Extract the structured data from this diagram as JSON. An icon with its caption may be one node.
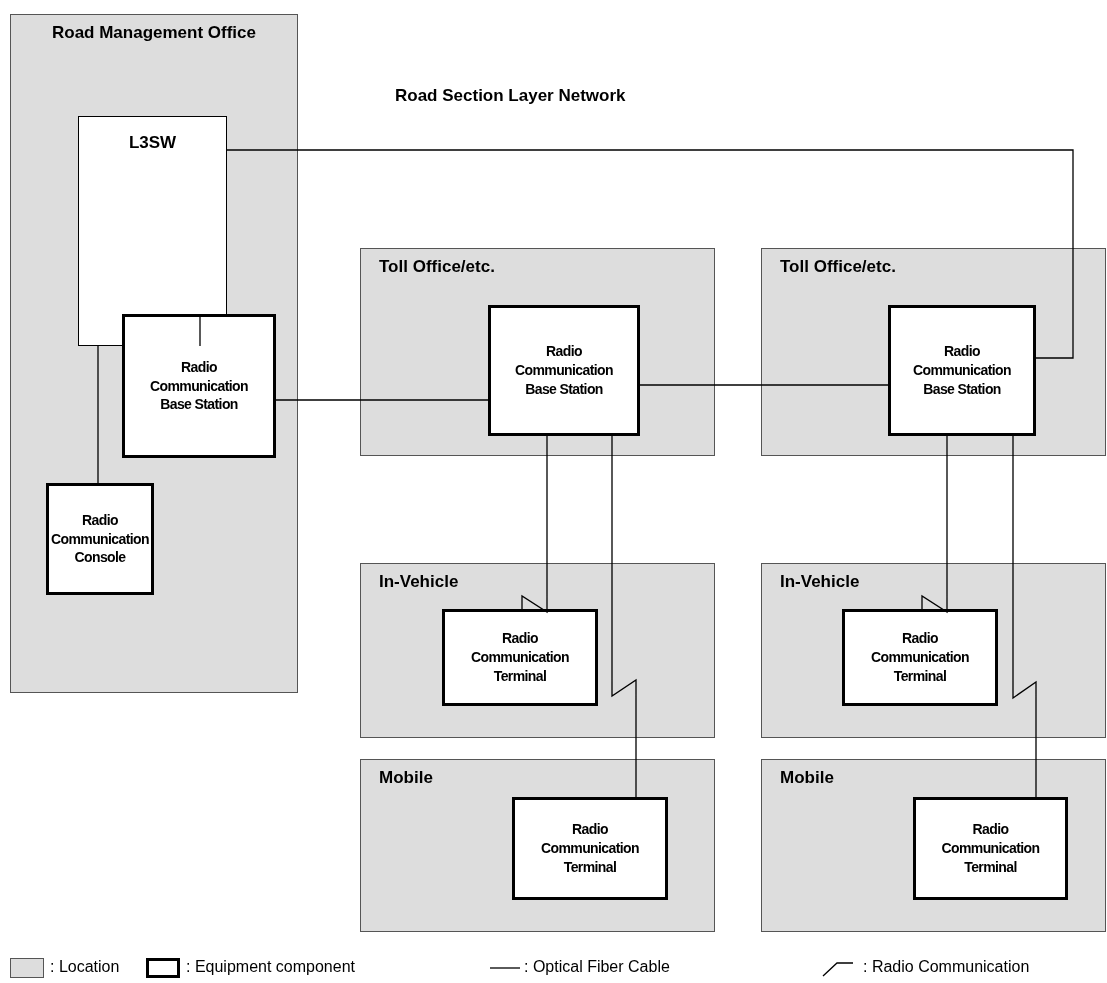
{
  "diagram": {
    "nodes": [
      {
        "text": [
          "Road Management Office"
        ]
      },
      {
        "text": [
          "L3SW"
        ],
        "in": 0
      },
      {
        "text": [
          "Radio Communication Base Station"
        ],
        "in": 0
      },
      {
        "text": [
          "Radio Communication Console"
        ],
        "in": 0
      },
      {
        "text": [
          "Toll Office/etc."
        ]
      },
      {
        "text": [
          "Radio Communication Base Station"
        ],
        "in": 4
      },
      {
        "text": [
          "Toll Office/etc."
        ]
      },
      {
        "text": [
          "Radio Communication Base Station"
        ],
        "in": 6
      },
      {
        "text": [
          "In-Vehicle"
        ]
      },
      {
        "text": [
          "Radio Communication Terminal"
        ],
        "in": 8
      },
      {
        "text": [
          "In-Vehicle"
        ]
      },
      {
        "text": [
          "Radio Communication Terminal"
        ],
        "in": 10
      },
      {
        "text": [
          "Mobile"
        ]
      },
      {
        "text": [
          "Radio Communication Terminal"
        ],
        "in": 12
      },
      {
        "text": [
          "Mobile"
        ]
      },
      {
        "text": [
          "Radio Communication Terminal"
        ],
        "in": 14
      }
    ],
    "edges": [
      {
        "from": 1,
        "to": 2,
        "arrow": "none"
      },
      {
        "from": 1,
        "to": 3,
        "arrow": "none"
      },
      {
        "from": 1,
        "to": 7,
        "arrow": "none"
      },
      {
        "from": 2,
        "to": 5,
        "arrow": "none"
      },
      {
        "from": 5,
        "to": 7,
        "arrow": "none"
      },
      {
        "from": 5,
        "to": 9,
        "arrow": "none"
      },
      {
        "from": 5,
        "to": 13,
        "arrow": "none"
      },
      {
        "from": 7,
        "to": 11,
        "arrow": "none"
      },
      {
        "from": 7,
        "to": 15,
        "arrow": "none"
      }
    ],
    "labels": [
      "Road Section Layer Network"
    ],
    "legend": [
      {
        "text": ": Location",
        "color": "#dddddd"
      },
      {
        "text": ": Equipment component"
      },
      {
        "text": ": Optical Fiber Cable"
      },
      {
        "text": ": Radio Communication"
      }
    ]
  }
}
